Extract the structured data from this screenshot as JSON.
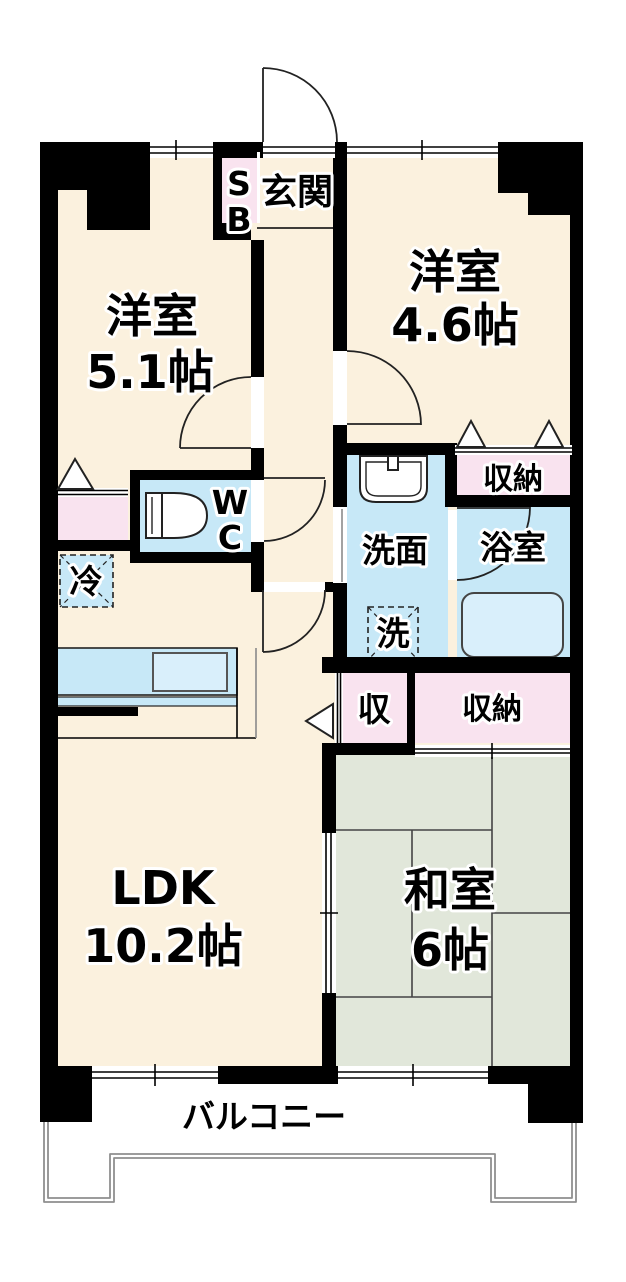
{
  "colors": {
    "wall": "#000000",
    "floor": "#fbf1de",
    "water": "#c7e8f7",
    "fixture": "#d9effb",
    "closet": "#f9e3ef",
    "tatami": "#e1e7da",
    "railing": "#8f8f8f"
  },
  "rooms": {
    "western1": {
      "name": "洋室",
      "size": "5.1帖"
    },
    "western2": {
      "name": "洋室",
      "size": "4.6帖"
    },
    "ldk": {
      "name": "LDK",
      "size": "10.2帖"
    },
    "japanese": {
      "name": "和室",
      "size": "6帖"
    },
    "entrance": {
      "label": "玄関"
    },
    "shoebox": {
      "top": "S",
      "bottom": "B"
    },
    "wc": {
      "top": "W",
      "bottom": "C"
    },
    "washroom": {
      "label": "洗面"
    },
    "bathroom": {
      "label": "浴室"
    },
    "balcony": {
      "label": "バルコニー"
    }
  },
  "storage": {
    "closet_right": {
      "label": "収納"
    },
    "closet_hall": {
      "label": "収"
    },
    "closet_mid": {
      "label": "収納"
    }
  },
  "appliances": {
    "fridge": {
      "label": "冷"
    },
    "washer": {
      "label": "洗"
    }
  }
}
